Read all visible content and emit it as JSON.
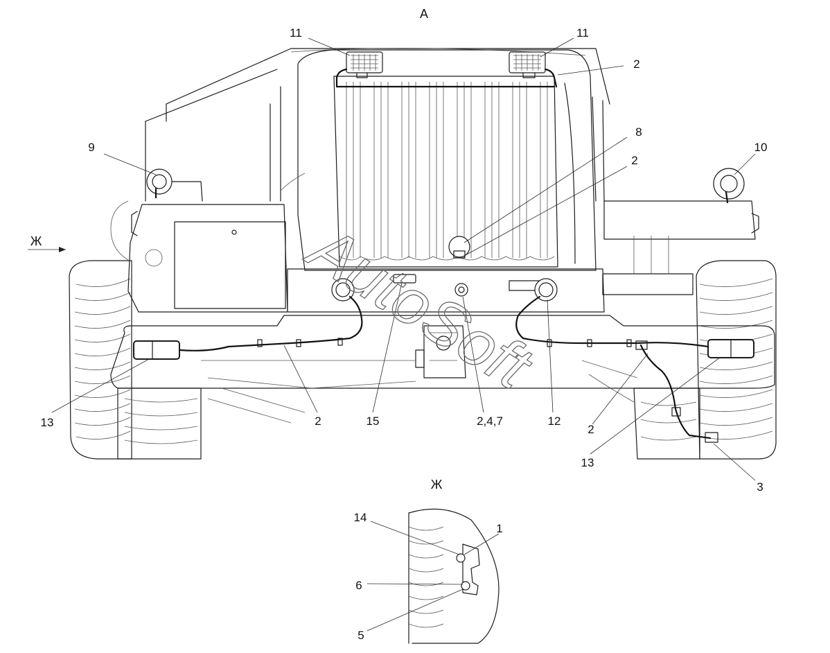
{
  "view_labels": {
    "main": "А",
    "detail": "Ж",
    "arrow": "Ж"
  },
  "callouts": {
    "c11_left": "11",
    "c11_right": "11",
    "c2_top": "2",
    "c9": "9",
    "c10": "10",
    "c8": "8",
    "c2_mid": "2",
    "c13_left": "13",
    "c2_bottom_left": "2",
    "c15": "15",
    "c247": "2,4,7",
    "c12": "12",
    "c2_bottom_right": "2",
    "c13_right": "13",
    "c3": "3",
    "c14": "14",
    "c1": "1",
    "c6": "6",
    "c5": "5"
  },
  "watermark": "AutoSoft"
}
